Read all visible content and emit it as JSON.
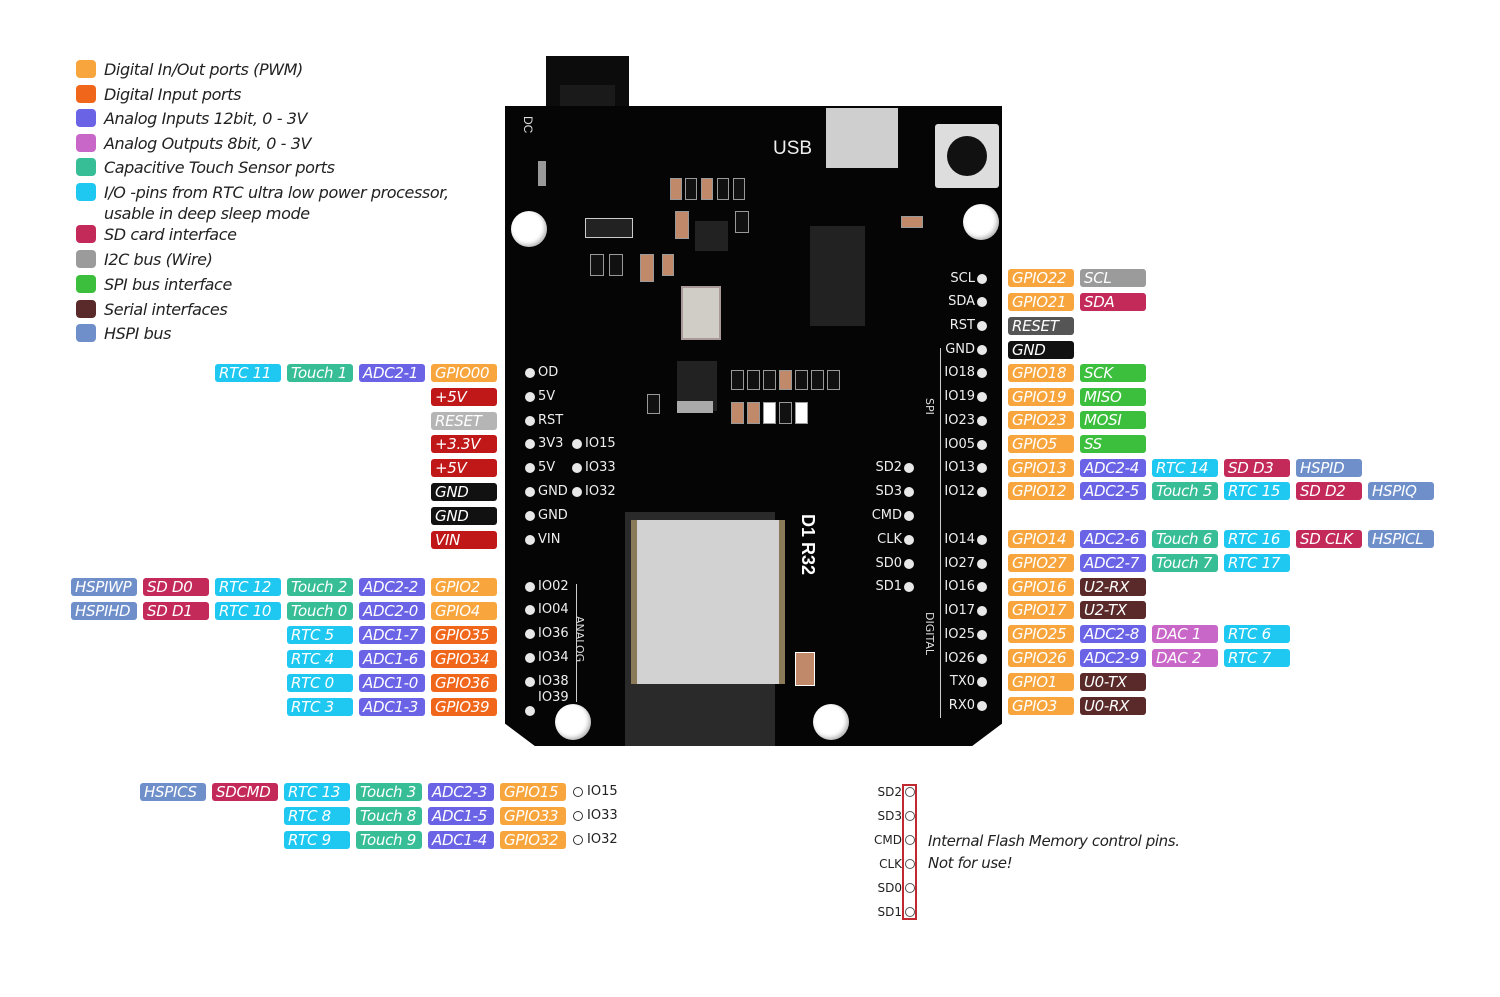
{
  "legend": [
    {
      "label": "Digital In/Out ports (PWM)",
      "color": "#f7a53c"
    },
    {
      "label": "Digital Input ports",
      "color": "#f0661a"
    },
    {
      "label": "Analog Inputs 12bit, 0 - 3V",
      "color": "#6b63e6"
    },
    {
      "label": "Analog Outputs 8bit, 0 - 3V",
      "color": "#c967c9"
    },
    {
      "label": "Capacitive Touch Sensor ports",
      "color": "#38be96"
    },
    {
      "label": "I/O -pins from RTC ultra low power processor,",
      "label2": "usable in deep sleep mode",
      "color": "#1ec8f0"
    },
    {
      "label": "SD card interface",
      "color": "#c32a5a"
    },
    {
      "label": "I2C bus (Wire)",
      "color": "#9b9b9b"
    },
    {
      "label": "SPI bus interface",
      "color": "#3cbf3c"
    },
    {
      "label": "Serial interfaces",
      "color": "#5a2a2a"
    },
    {
      "label": "HSPI bus",
      "color": "#6f8fca"
    }
  ],
  "colors": {
    "gpio": "#f7a53c",
    "gpio_in": "#f0661a",
    "adc": "#6b63e6",
    "dac": "#c967c9",
    "touch": "#38be96",
    "rtc": "#1ec8f0",
    "sd": "#c32a5a",
    "i2c": "#9b9b9b",
    "spi": "#3cbf3c",
    "serial": "#5a2a2a",
    "hspi": "#6f8fca",
    "power": "#c01818",
    "gnd": "#111111",
    "reset_left": "#b5b5b5",
    "reset_right": "#555555"
  },
  "board": {
    "usb_label": "USB",
    "dc_label": "DC",
    "model_label": "D1 R32",
    "analog_label": "ANALOG",
    "digital_label": "DIGITAL",
    "spi_label": "SPI",
    "left_pins": [
      "OD",
      "5V",
      "RST",
      "3V3",
      "5V",
      "GND",
      "GND",
      "VIN"
    ],
    "left_inner_pins": [
      "IO15",
      "IO33",
      "IO32"
    ],
    "analog_pins": [
      "IO02",
      "IO04",
      "IO36",
      "IO34",
      "IO38",
      "IO39"
    ],
    "right_pins": [
      "SCL",
      "SDA",
      "RST",
      "GND",
      "IO18",
      "IO19",
      "IO23",
      "IO05",
      "IO13",
      "IO12",
      "IO14",
      "IO27",
      "IO16",
      "IO17",
      "IO25",
      "IO26",
      "TX0",
      "RX0"
    ],
    "flash_pins_on_board": [
      "SD2",
      "SD3",
      "CMD",
      "CLK",
      "SD0",
      "SD1"
    ]
  },
  "left_rows": [
    [
      "RTC 11",
      "Touch 1",
      "ADC2-1",
      "GPIO00"
    ],
    [
      "+5V"
    ],
    [
      "RESET"
    ],
    [
      "+3.3V"
    ],
    [
      "+5V"
    ],
    [
      "GND"
    ],
    [
      "GND"
    ],
    [
      "VIN"
    ],
    [
      "HSPIWP",
      "SD D0",
      "RTC 12",
      "Touch 2",
      "ADC2-2",
      "GPIO2"
    ],
    [
      "HSPIHD",
      "SD D1",
      "RTC 10",
      "Touch 0",
      "ADC2-0",
      "GPIO4"
    ],
    [
      "RTC 5",
      "ADC1-7",
      "GPIO35"
    ],
    [
      "RTC 4",
      "ADC1-6",
      "GPIO34"
    ],
    [
      "RTC 0",
      "ADC1-0",
      "GPIO36"
    ],
    [
      "RTC 3",
      "ADC1-3",
      "GPIO39"
    ]
  ],
  "right_rows": [
    [
      "GPIO22",
      "SCL"
    ],
    [
      "GPIO21",
      "SDA"
    ],
    [
      "RESET"
    ],
    [
      "GND"
    ],
    [
      "GPIO18",
      "SCK"
    ],
    [
      "GPIO19",
      "MISO"
    ],
    [
      "GPIO23",
      "MOSI"
    ],
    [
      "GPIO5",
      "SS"
    ],
    [
      "GPIO13",
      "ADC2-4",
      "RTC 14",
      "SD D3",
      "HSPID"
    ],
    [
      "GPIO12",
      "ADC2-5",
      "Touch 5",
      "RTC 15",
      "SD D2",
      "HSPIQ"
    ],
    [
      "GPIO14",
      "ADC2-6",
      "Touch 6",
      "RTC 16",
      "SD CLK",
      "HSPICL"
    ],
    [
      "GPIO27",
      "ADC2-7",
      "Touch 7",
      "RTC 17"
    ],
    [
      "GPIO16",
      "U2-RX"
    ],
    [
      "GPIO17",
      "U2-TX"
    ],
    [
      "GPIO25",
      "ADC2-8",
      "DAC 1",
      "RTC 6"
    ],
    [
      "GPIO26",
      "ADC2-9",
      "DAC 2",
      "RTC 7"
    ],
    [
      "GPIO1",
      "U0-TX"
    ],
    [
      "GPIO3",
      "U0-RX"
    ]
  ],
  "bottom_rows": [
    {
      "badges": [
        "HSPICS",
        "SDCMD",
        "RTC 13",
        "Touch 3",
        "ADC2-3",
        "GPIO15"
      ],
      "pin": "IO15"
    },
    {
      "badges": [
        "RTC 8",
        "Touch 8",
        "ADC1-5",
        "GPIO33"
      ],
      "pin": "IO33"
    },
    {
      "badges": [
        "RTC 9",
        "Touch 9",
        "ADC1-4",
        "GPIO32"
      ],
      "pin": "IO32"
    }
  ],
  "flash": {
    "pins": [
      "SD2",
      "SD3",
      "CMD",
      "CLK",
      "SD0",
      "SD1"
    ],
    "note_line1": "Internal Flash Memory control pins.",
    "note_line2": "Not for use!"
  }
}
